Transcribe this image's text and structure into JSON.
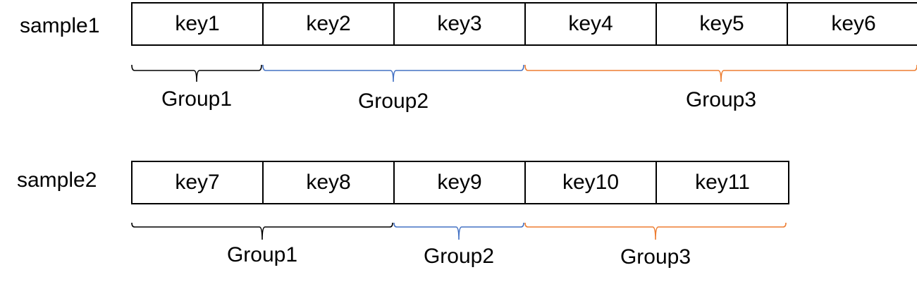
{
  "samples": [
    {
      "label": "sample1",
      "keys": [
        "key1",
        "key2",
        "key3",
        "key4",
        "key5",
        "key6"
      ],
      "groups": [
        {
          "label": "Group1",
          "color": "#000000",
          "from": 0,
          "to": 1
        },
        {
          "label": "Group2",
          "color": "#4472C4",
          "from": 1,
          "to": 3
        },
        {
          "label": "Group3",
          "color": "#ED7D31",
          "from": 3,
          "to": 6
        }
      ]
    },
    {
      "label": "sample2",
      "keys": [
        "key7",
        "key8",
        "key9",
        "key10",
        "key11"
      ],
      "groups": [
        {
          "label": "Group1",
          "color": "#000000",
          "from": 0,
          "to": 2
        },
        {
          "label": "Group2",
          "color": "#4472C4",
          "from": 2,
          "to": 3
        },
        {
          "label": "Group3",
          "color": "#ED7D31",
          "from": 3,
          "to": 5
        }
      ]
    }
  ]
}
